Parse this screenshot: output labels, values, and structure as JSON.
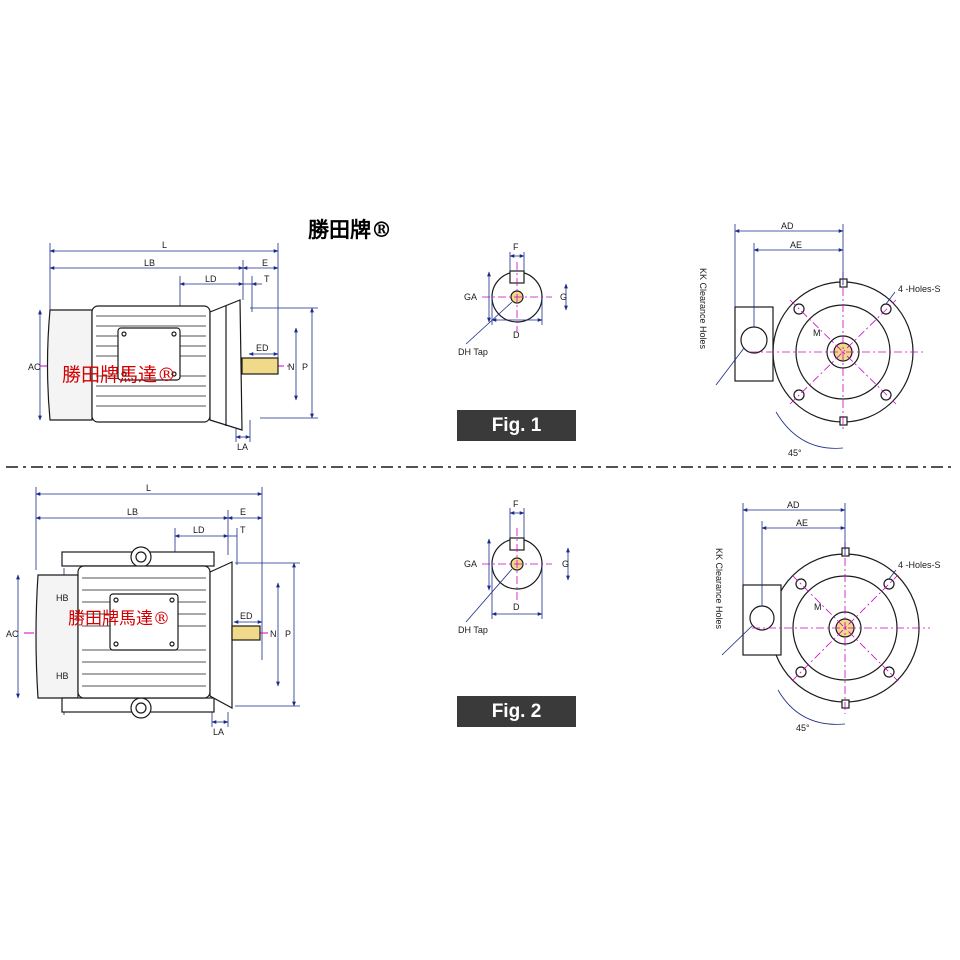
{
  "brand": {
    "title": "勝田牌®",
    "watermark": "勝田牌馬達®"
  },
  "figures": [
    {
      "label": "Fig. 1"
    },
    {
      "label": "Fig. 2"
    }
  ],
  "side_view": {
    "L": "L",
    "LB": "LB",
    "LD": "LD",
    "E": "E",
    "T": "T",
    "ED": "ED",
    "N": "N",
    "P": "P",
    "AC": "AC",
    "LA": "LA",
    "HB": "HB"
  },
  "shaft_view": {
    "F": "F",
    "GA": "GA",
    "G": "G",
    "D": "D",
    "DH": "DH Tap"
  },
  "flange_view": {
    "AD": "AD",
    "AE": "AE",
    "KK": "KK Clearance Holes",
    "holes": "4 -Holes-S",
    "M": "M",
    "angle": "45°"
  },
  "colors": {
    "line": "#1a1a1a",
    "dim": "#1a2a8a",
    "center": "#d200c8",
    "watermark": "#d40000",
    "shaft": "#f1d98a"
  }
}
